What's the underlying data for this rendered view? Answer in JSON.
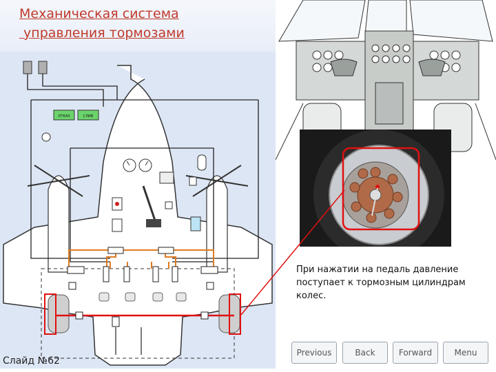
{
  "title": {
    "line1": "Механическая система",
    "line2": " управления тормозами"
  },
  "schematic": {
    "box_left": "ОТКАЗ",
    "box_right": "СЛИВ"
  },
  "caption": "При нажатии на педаль давление поступает к тормозным цилиндрам колес.",
  "nav": {
    "previous": "Previous",
    "back": "Back",
    "forward": "Forward",
    "menu": "Menu"
  },
  "slide_number": "Слайд №62",
  "colors": {
    "title": "#c0392b",
    "highlight": "#e01010",
    "hydraulic_line": "#e07a20",
    "schematic_bg": "#dde6f4"
  }
}
